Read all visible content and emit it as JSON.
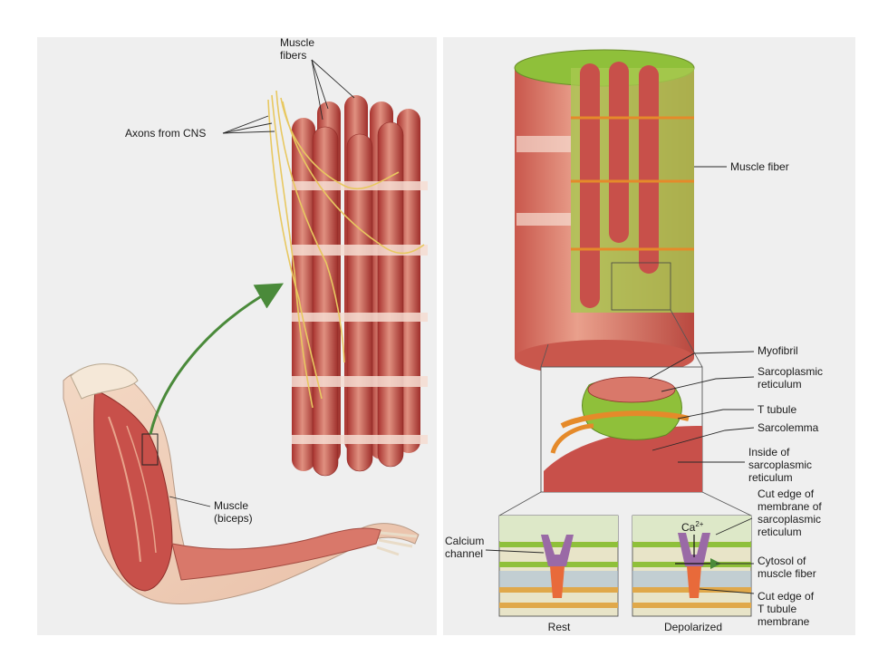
{
  "left_panel": {
    "labels": {
      "muscle_fibers": "Muscle\nfibers",
      "axons": "Axons from CNS",
      "muscle_biceps": "Muscle\n(biceps)"
    }
  },
  "right_panel": {
    "labels": {
      "muscle_fiber": "Muscle fiber",
      "myofibril": "Myofibril",
      "sarcoplasmic_reticulum": "Sarcoplasmic\nreticulum",
      "t_tubule": "T tubule",
      "sarcolemma": "Sarcolemma",
      "inside_sr": "Inside of\nsarcoplasmic\nreticulum",
      "cut_edge_sr": "Cut edge of\nmembrane of\nsarcoplasmic\nreticulum",
      "cytosol": "Cytosol of\nmuscle fiber",
      "cut_edge_t": "Cut edge of\nT tubule\nmembrane",
      "calcium_channel": "Calcium\nchannel",
      "ca_ion": "Ca",
      "ca_charge": "2+",
      "rest": "Rest",
      "depolarized": "Depolarized"
    }
  },
  "colors": {
    "muscle": "#c8504a",
    "muscle_light": "#e8a48c",
    "sr_green": "#8fc03a",
    "t_tubule_orange": "#e58a2a",
    "axon_yellow": "#e8c860",
    "arrow_green": "#4a8a3a",
    "channel_purple": "#9a6aa6",
    "background": "#efefef"
  }
}
